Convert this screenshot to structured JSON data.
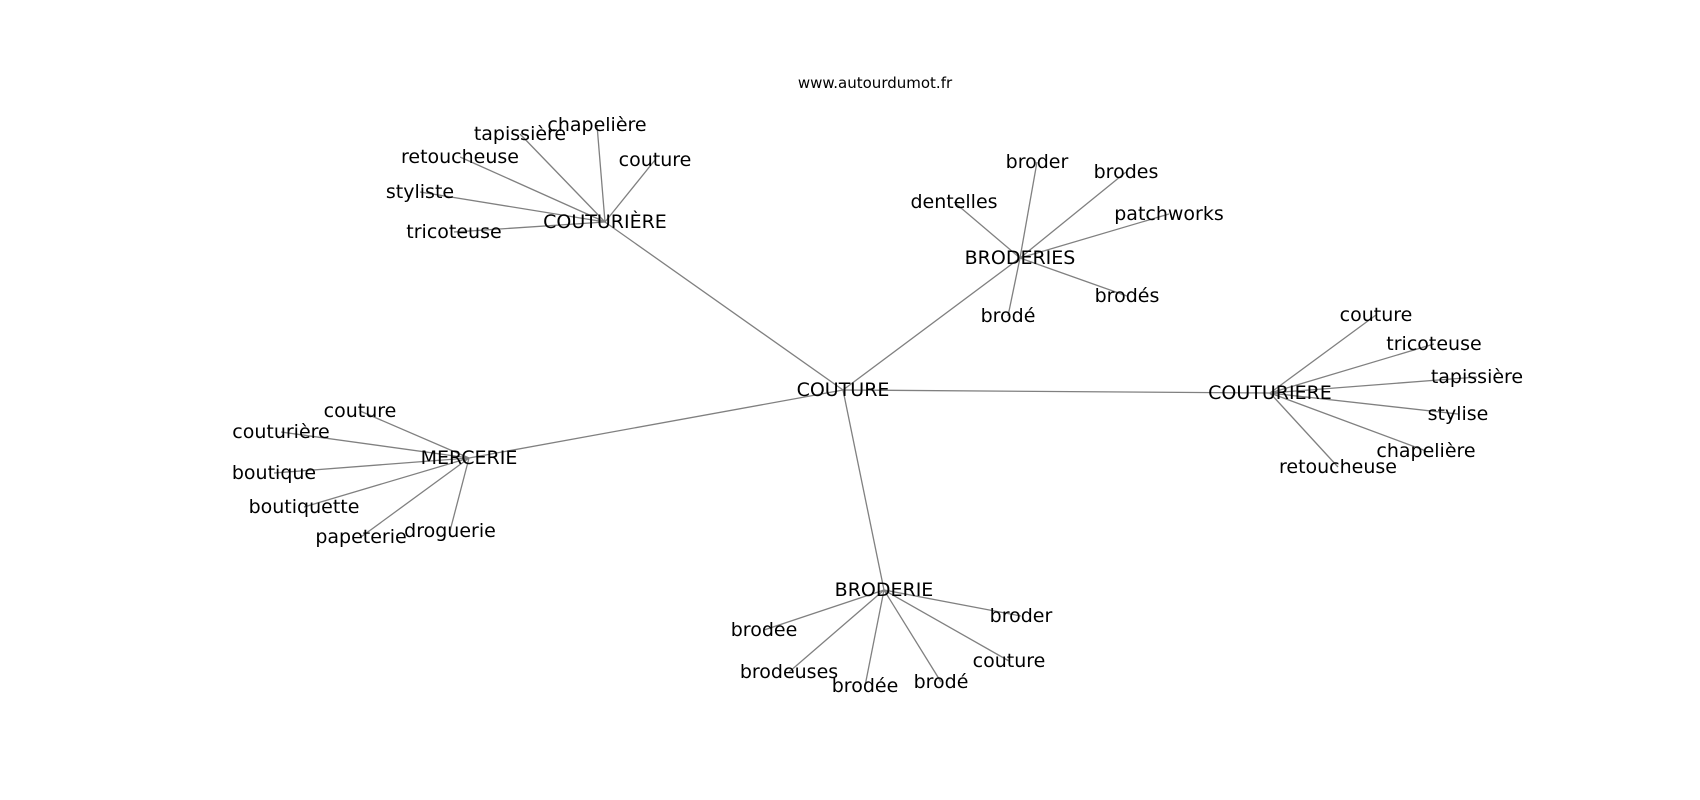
{
  "graph": {
    "watermark": "www.autourdumot.fr",
    "center": "COUTURE",
    "hubs": [
      {
        "label": "COUTURIÈRE",
        "leaves": [
          "couture",
          "chapelière",
          "tapissière",
          "retoucheuse",
          "styliste",
          "tricoteuse"
        ]
      },
      {
        "label": "BRODERIES",
        "leaves": [
          "broder",
          "brodes",
          "dentelles",
          "patchworks",
          "brodés",
          "brodé"
        ]
      },
      {
        "label": "COUTURIERE",
        "leaves": [
          "couture",
          "tricoteuse",
          "tapissière",
          "stylise",
          "chapelière",
          "retoucheuse"
        ]
      },
      {
        "label": "MERCERIE",
        "leaves": [
          "couture",
          "couturière",
          "boutique",
          "boutiquette",
          "papeterie",
          "droguerie"
        ]
      },
      {
        "label": "BRODERIE",
        "leaves": [
          "brodee",
          "brodeuses",
          "brodée",
          "brodé",
          "couture",
          "broder"
        ]
      }
    ]
  }
}
